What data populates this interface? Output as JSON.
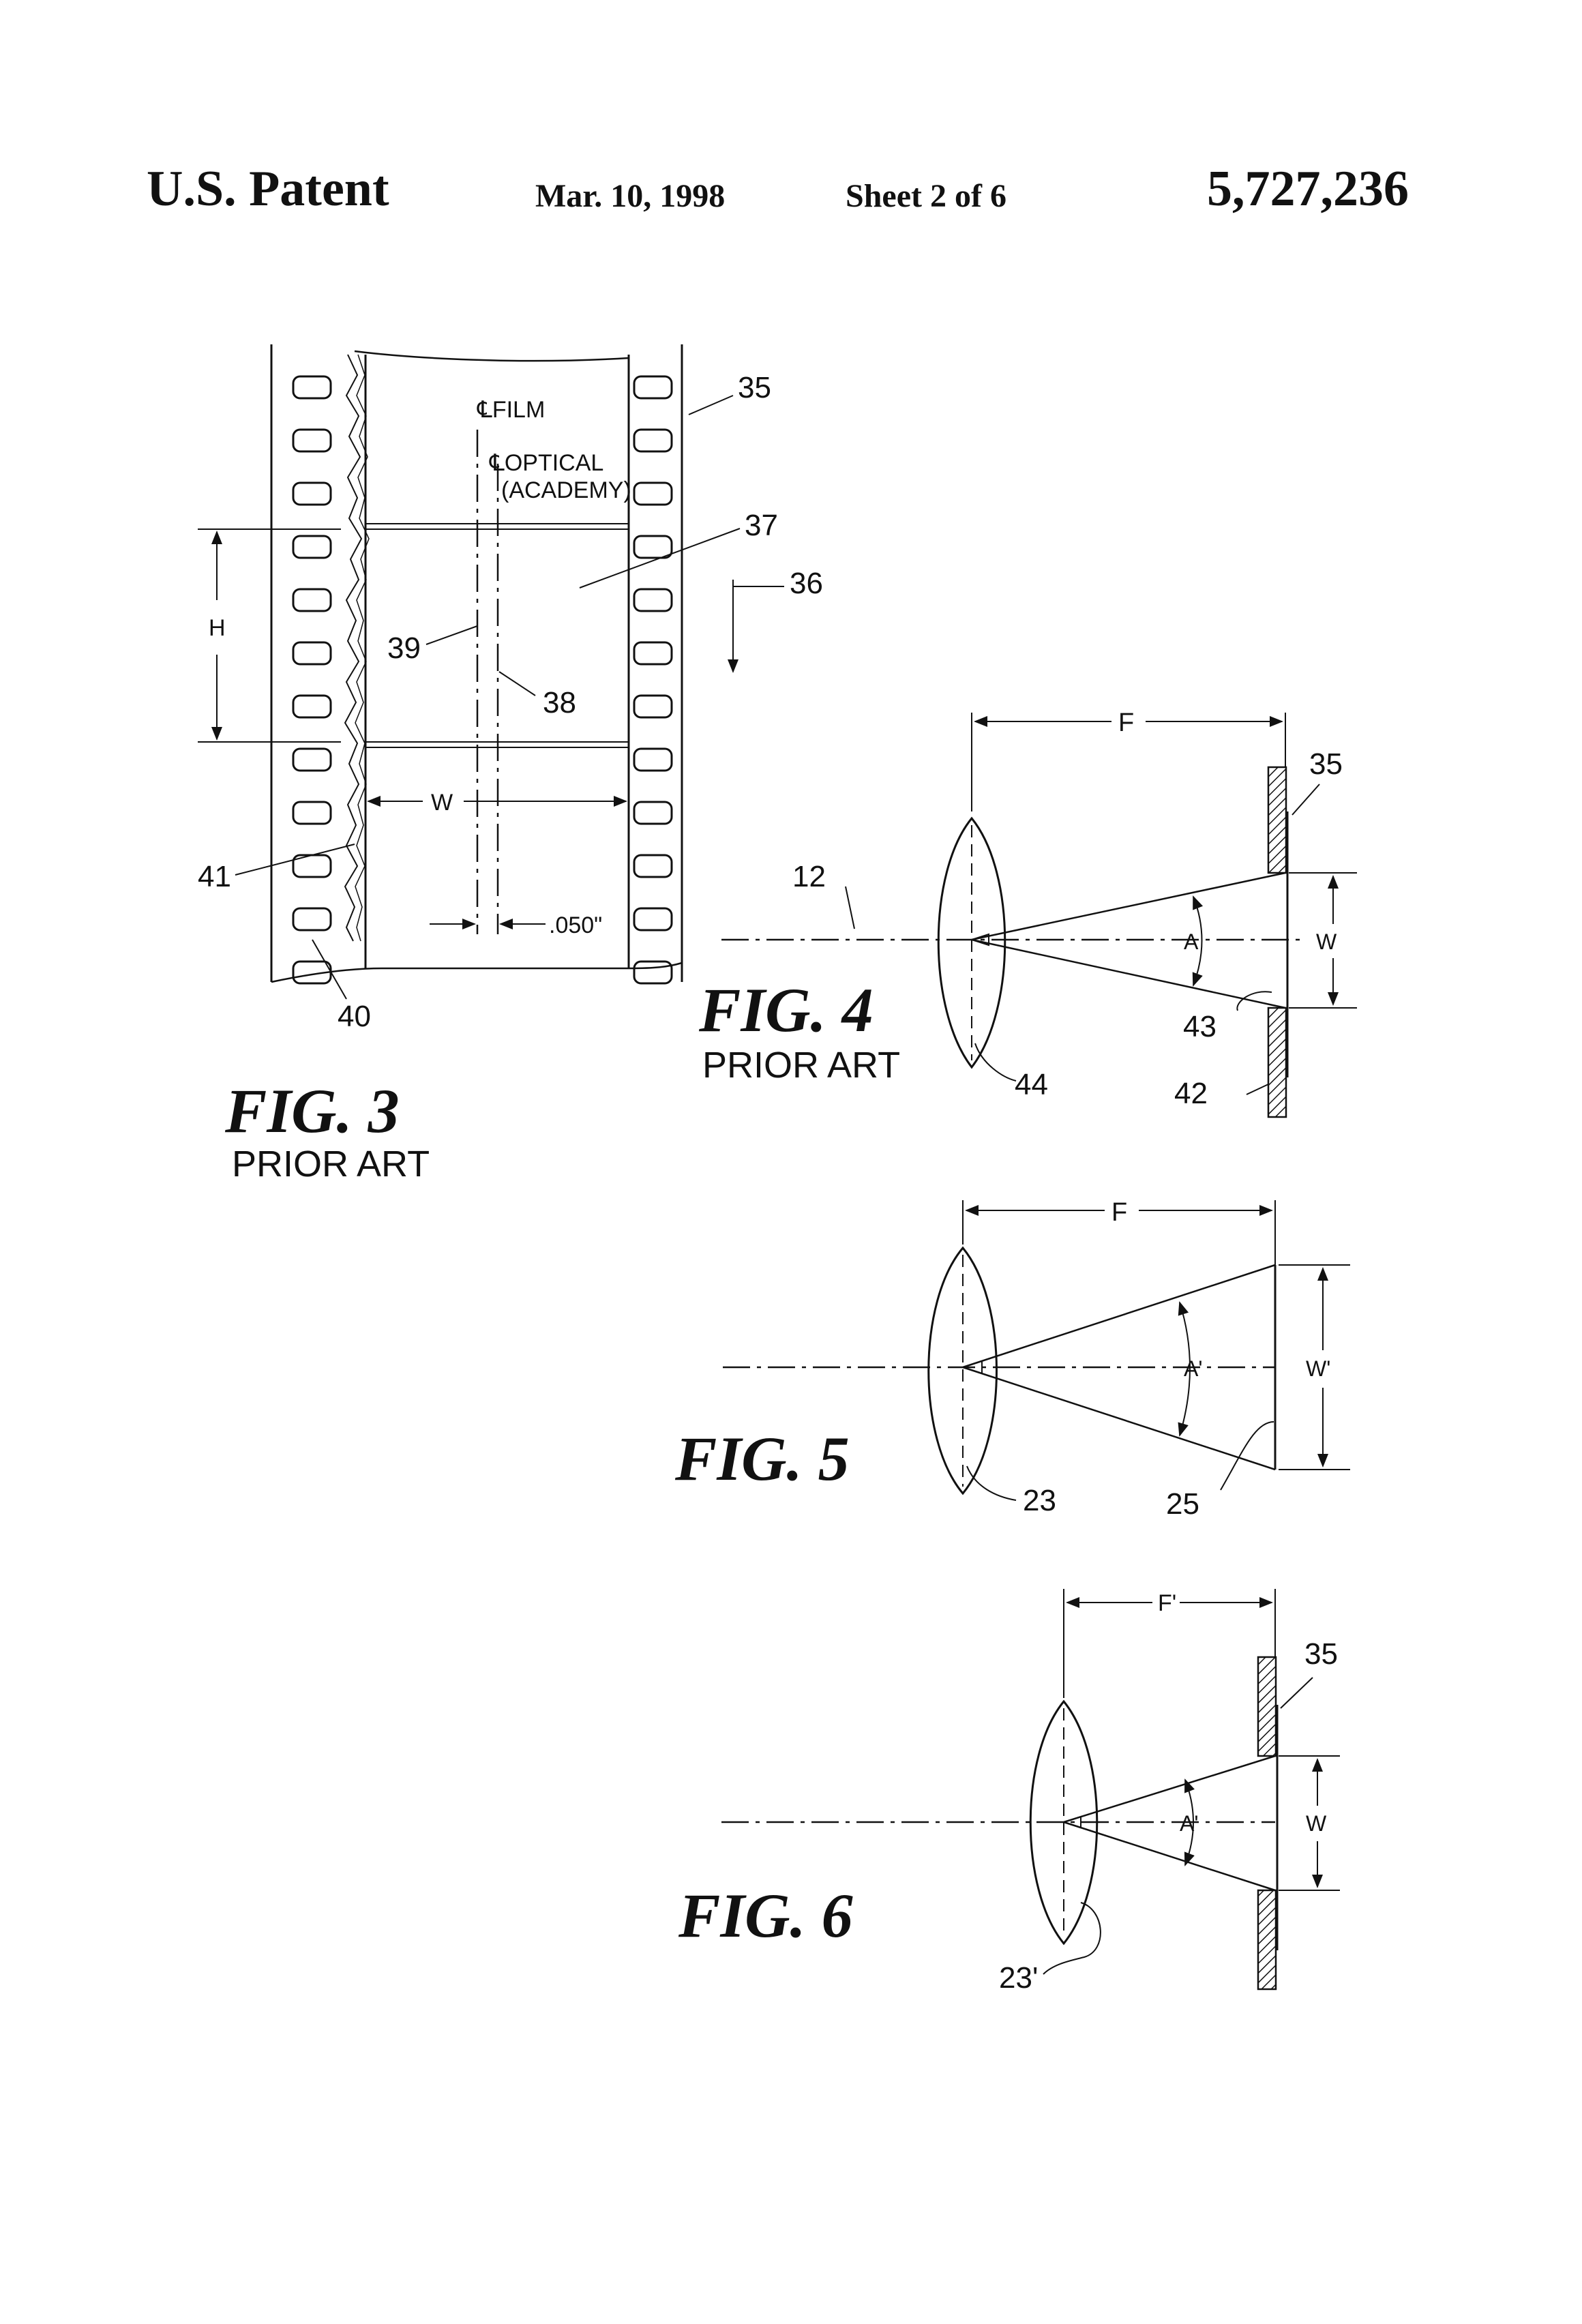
{
  "header": {
    "left": "U.S. Patent",
    "date": "Mar. 10, 1998",
    "sheet": "Sheet 2 of 6",
    "patent_number": "5,727,236"
  },
  "fig3": {
    "caption": "FIG. 3",
    "subcaption": "PRIOR ART",
    "label_film": "FILM",
    "label_optical": "OPTICAL",
    "label_academy": "(ACADEMY)",
    "h": "H",
    "w": "W",
    "dim_050": ".050\"",
    "ref35": "35",
    "ref36": "36",
    "ref37": "37",
    "ref38": "38",
    "ref39": "39",
    "ref40": "40",
    "ref41": "41"
  },
  "fig4": {
    "caption": "FIG. 4",
    "subcaption": "PRIOR ART",
    "f": "F",
    "a": "A",
    "w": "W",
    "ref12": "12",
    "ref35": "35",
    "ref42": "42",
    "ref43": "43",
    "ref44": "44"
  },
  "fig5": {
    "caption": "FIG. 5",
    "f": "F",
    "a": "A'",
    "w": "W'",
    "ref23": "23",
    "ref25": "25"
  },
  "fig6": {
    "caption": "FIG. 6",
    "f": "F'",
    "a": "A'",
    "w": "W",
    "ref23": "23'",
    "ref35": "35"
  }
}
